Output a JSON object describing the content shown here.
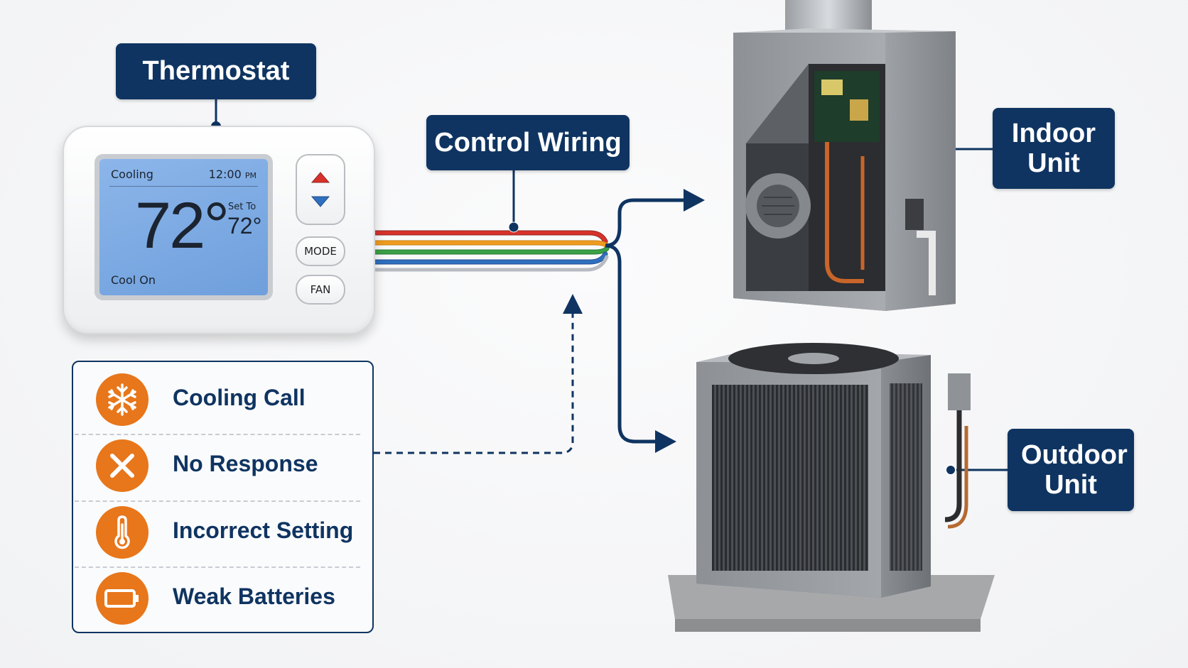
{
  "labels": {
    "thermostat": "Thermostat",
    "control_wiring": "Control Wiring",
    "indoor_unit": "Indoor Unit",
    "outdoor_unit": "Outdoor Unit"
  },
  "thermostat": {
    "mode": "Cooling",
    "time": "12:00",
    "time_suffix": "PM",
    "temperature": "72°",
    "set_to_label": "Set To",
    "set_temperature": "72°",
    "status": "Cool On",
    "buttons": {
      "mode": "MODE",
      "fan": "FAN"
    },
    "icons": {
      "up": "up-arrow-icon",
      "down": "down-arrow-icon"
    }
  },
  "issues": [
    {
      "label": "Cooling Call",
      "icon": "snowflake-icon"
    },
    {
      "label": "No Response",
      "icon": "x-mark-icon"
    },
    {
      "label": "Incorrect Setting",
      "icon": "thermometer-icon"
    },
    {
      "label": "Weak Batteries",
      "icon": "battery-icon"
    }
  ],
  "colors": {
    "navy": "#0f3461",
    "orange": "#e8761a",
    "screen_blue": "#7aa8e2",
    "wire_red": "#d8312b",
    "wire_orange": "#ef9b1f",
    "wire_green": "#3aa046",
    "wire_blue": "#2f6fc0"
  }
}
